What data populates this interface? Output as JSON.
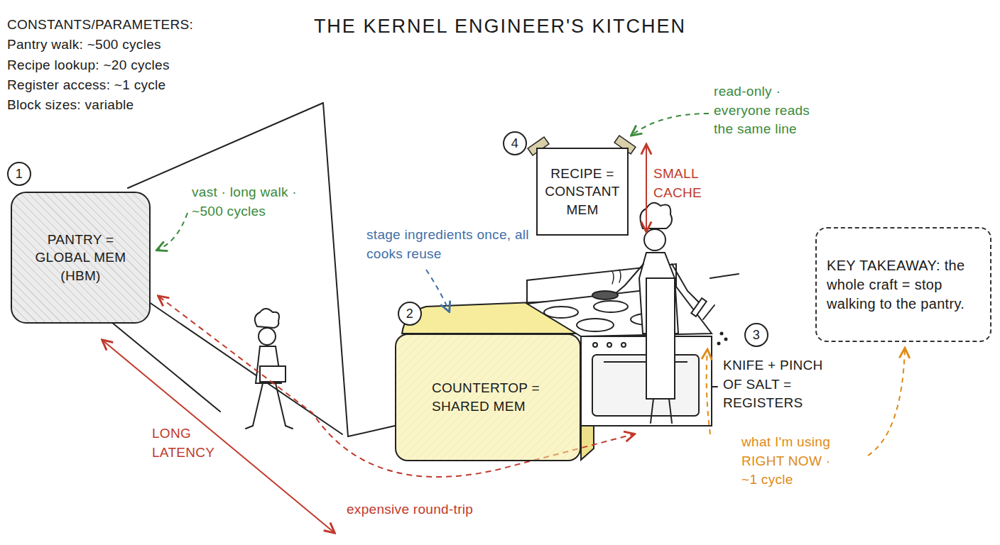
{
  "diagram": {
    "title": "THE KERNEL ENGINEER'S KITCHEN",
    "nodes": [
      {
        "text": [
          "PANTRY = GLOBAL MEM (HBM)"
        ]
      },
      {
        "text": [
          "COUNTERTOP = SHARED MEM"
        ]
      },
      {
        "text": [
          "RECIPE = CONSTANT MEM"
        ]
      },
      {
        "text": [
          "KEY TAKEAWAY: the whole craft = stop walking to the pantry."
        ]
      }
    ],
    "labels": [
      "CONSTANTS/PARAMETERS:",
      "Pantry walk: ~500 cycles",
      "Recipe lookup: ~20 cycles",
      "Register access: ~1 cycle",
      "Block sizes: variable",
      "1",
      "vast · long walk · ~500 cycles",
      "stage ingredients once, all cooks reuse",
      "2",
      "4",
      "SMALL CACHE",
      "read-only · everyone reads the same line",
      "3",
      "KNIFE + PINCH OF SALT = REGISTERS",
      "what I'm using RIGHT NOW · ~1 cycle",
      "LONG LATENCY",
      "expensive round-trip"
    ]
  }
}
